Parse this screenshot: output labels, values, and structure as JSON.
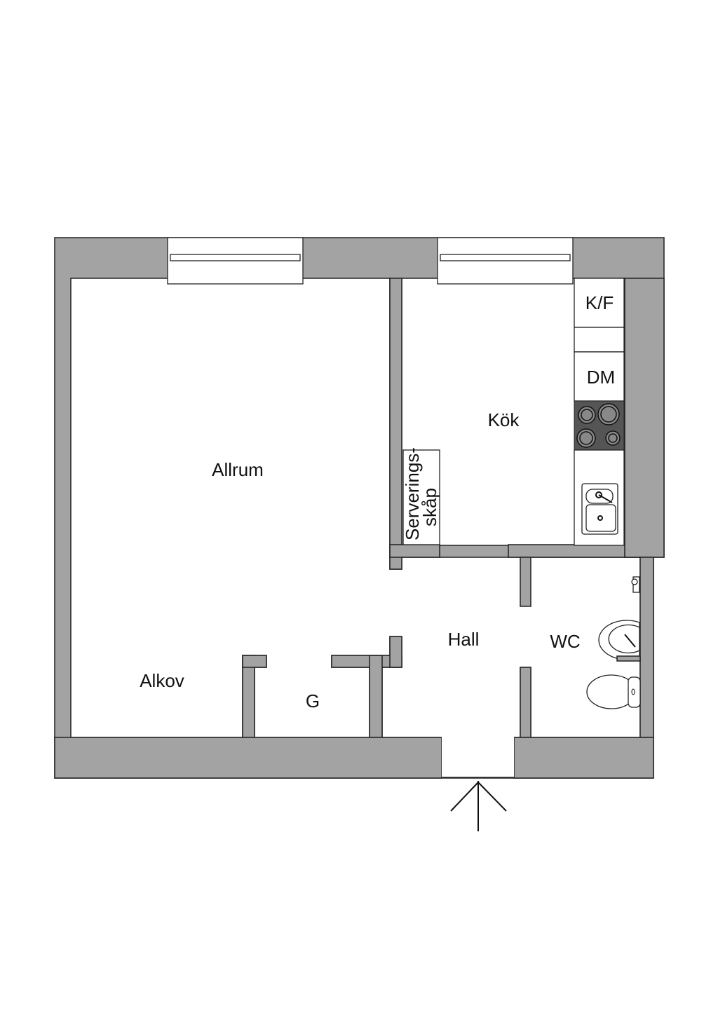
{
  "rooms": {
    "allrum": "Allrum",
    "kok": "Kök",
    "alkov": "Alkov",
    "g": "G",
    "hall": "Hall",
    "wc": "WC"
  },
  "fixtures": {
    "fridge_freezer": "K/F",
    "dishwasher": "DM",
    "serving_cabinet_line1": "Serverings-",
    "serving_cabinet_line2": "skåp"
  },
  "colors": {
    "wall": "#a3a3a3",
    "stove": "#555555"
  }
}
